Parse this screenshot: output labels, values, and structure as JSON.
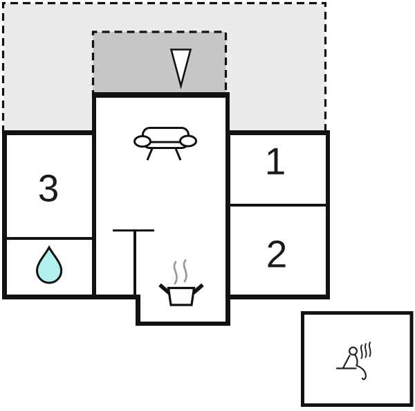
{
  "floorplan": {
    "rooms": [
      {
        "id": "room-1",
        "label": "1"
      },
      {
        "id": "room-2",
        "label": "2"
      },
      {
        "id": "room-3",
        "label": "3"
      }
    ],
    "colors": {
      "background": "#ffffff",
      "wall": "#111111",
      "terrace": "#ebebeb",
      "porch": "#c6c6c6",
      "water_drop": "#b2f0ee",
      "steam": "#9a9a9a"
    },
    "icons": [
      "entrance-arrow-icon",
      "sofa-icon",
      "stove-pot-icon",
      "steam-icon",
      "water-drop-icon",
      "sauna-icon"
    ]
  }
}
